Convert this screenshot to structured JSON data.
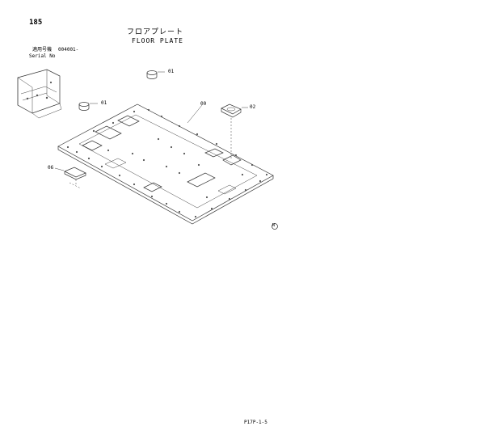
{
  "header": {
    "page_number": "185",
    "title_jp": "フロアプレート",
    "title_en": "FLOOR PLATE",
    "serial_label_jp": "適用号機",
    "serial_value": "004001-",
    "serial_label_en": "Serial No"
  },
  "callouts": [
    {
      "label": "01"
    },
    {
      "label": "01"
    },
    {
      "label": "00"
    },
    {
      "label": "02"
    },
    {
      "label": "06"
    }
  ],
  "mark": "N",
  "footer": {
    "code": "P17P-1-5"
  }
}
